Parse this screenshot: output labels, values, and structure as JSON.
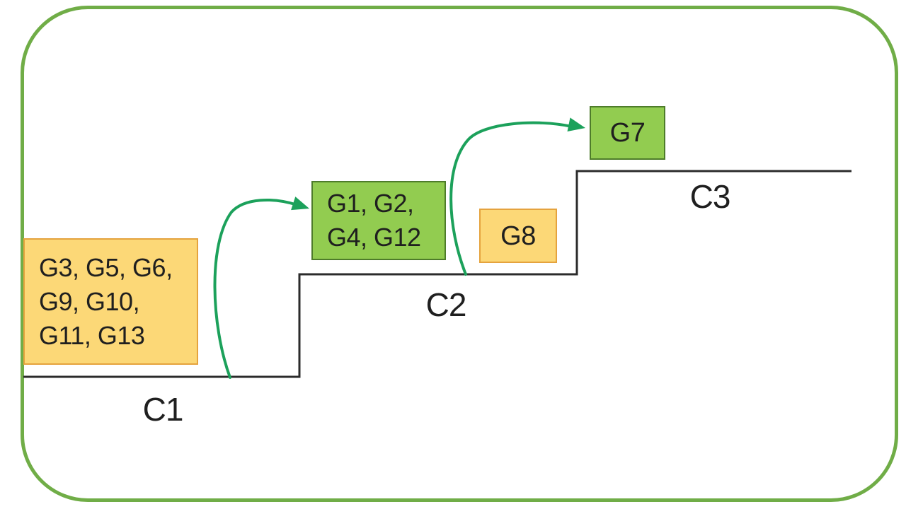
{
  "colors": {
    "frame_border": "#70AD47",
    "stair_line": "#2B2B2B",
    "arrow": "#1CA15B",
    "orange_fill": "#FCD877",
    "orange_border": "#E5A33E",
    "green_fill": "#92CC50",
    "green_border": "#4E7C2A",
    "text": "#1F1F1F"
  },
  "diagram": {
    "type": "staircase-promotion-diagram",
    "stages": [
      {
        "label": "C1"
      },
      {
        "label": "C2"
      },
      {
        "label": "C3"
      }
    ],
    "boxes": [
      {
        "id": "c1-genes",
        "color": "orange",
        "text": "G3, G5, G6,\nG9, G10,\nG11, G13"
      },
      {
        "id": "c2-genes",
        "color": "green",
        "text": "G1, G2,\nG4, G12"
      },
      {
        "id": "g8",
        "color": "orange",
        "text": "G8"
      },
      {
        "id": "g7",
        "color": "green",
        "text": "G7"
      }
    ]
  }
}
